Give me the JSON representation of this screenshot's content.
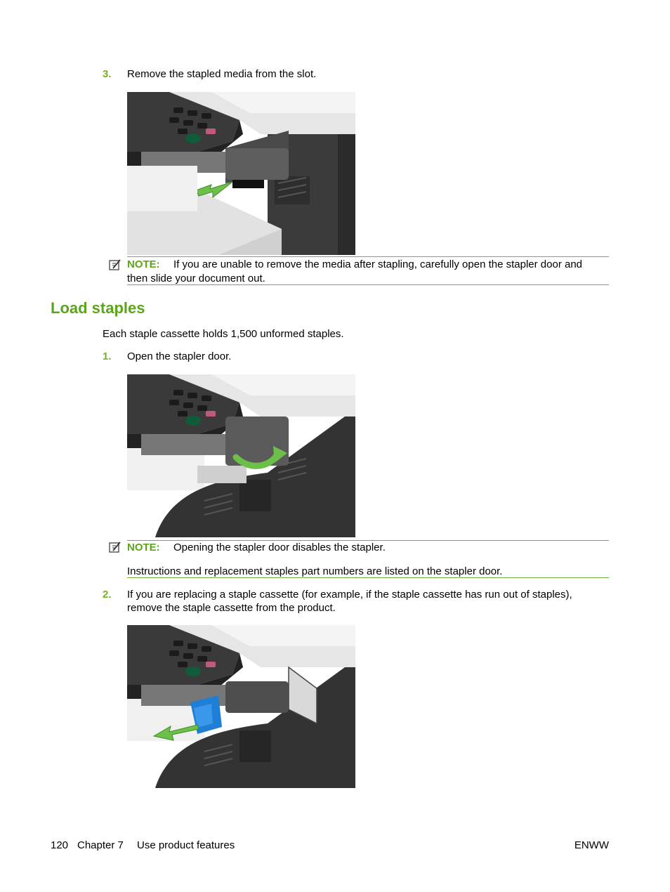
{
  "step3": {
    "number": "3.",
    "text": "Remove the stapled media from the slot."
  },
  "note1": {
    "label": "NOTE:",
    "line1": "If you are unable to remove the media after stapling, carefully open the stapler door and",
    "line2": "then slide your document out."
  },
  "section": {
    "heading": "Load staples",
    "intro": "Each staple cassette holds 1,500 unformed staples."
  },
  "step1": {
    "number": "1.",
    "text": "Open the stapler door."
  },
  "note2": {
    "label": "NOTE:",
    "text": "Opening the stapler door disables the stapler.",
    "extra": "Instructions and replacement staples part numbers are listed on the stapler door."
  },
  "step2": {
    "number": "2.",
    "line1": "If you are replacing a staple cassette (for example, if the staple cassette has run out of staples),",
    "line2": "remove the staple cassette from the product."
  },
  "footer": {
    "page": "120",
    "chapter": "Chapter 7",
    "title": "Use product features",
    "right": "ENWW"
  },
  "icons": {
    "note": "note-pencil-icon",
    "arrow": "arrow-icon"
  },
  "colors": {
    "accent": "#5aa51a",
    "arrow": "#6cc04a",
    "cassette": "#1f7fd6"
  }
}
